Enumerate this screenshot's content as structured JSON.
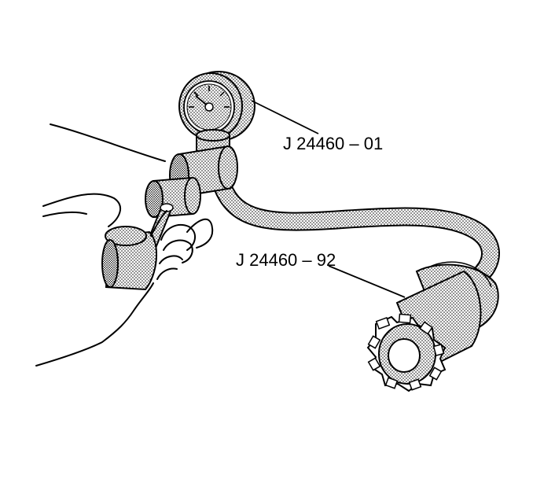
{
  "callouts": [
    {
      "id": "gauge",
      "text": "J 24460 – 01"
    },
    {
      "id": "adapter",
      "text": "J 24460 – 92"
    }
  ],
  "colors": {
    "line": "#000000",
    "fill": "#ffffff",
    "stipple": "#000000"
  },
  "icons": {
    "gauge": "pressure-gauge-icon",
    "pump": "hand-pump-icon",
    "adapter": "cap-adapter-icon"
  }
}
